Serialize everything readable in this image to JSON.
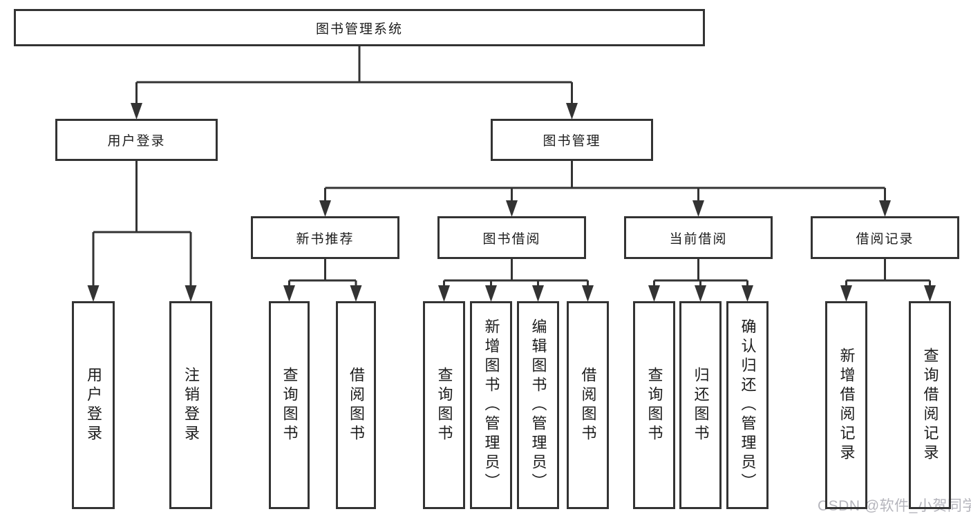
{
  "tree": {
    "root": {
      "label": "图书管理系统"
    },
    "branches": [
      {
        "label": "用户登录",
        "children": [
          {
            "label": "用户登录"
          },
          {
            "label": "注销登录"
          }
        ]
      },
      {
        "label": "图书管理",
        "children": [
          {
            "label": "新书推荐",
            "children": [
              {
                "label": "查询图书"
              },
              {
                "label": "借阅图书"
              }
            ]
          },
          {
            "label": "图书借阅",
            "children": [
              {
                "label": "查询图书"
              },
              {
                "label": "新增图书（管理员）"
              },
              {
                "label": "编辑图书（管理员）"
              },
              {
                "label": "借阅图书"
              }
            ]
          },
          {
            "label": "当前借阅",
            "children": [
              {
                "label": "查询图书"
              },
              {
                "label": "归还图书"
              },
              {
                "label": "确认归还（管理员）"
              }
            ]
          },
          {
            "label": "借阅记录",
            "children": [
              {
                "label": "新增借阅记录"
              },
              {
                "label": "查询借阅记录"
              }
            ]
          }
        ]
      }
    ]
  },
  "watermark": {
    "text": "CSDN @软件_小贺同学"
  },
  "colors": {
    "line": "#333333",
    "box_border": "#333333",
    "box_fill": "#ffffff",
    "text": "#1c1c1c",
    "watermark": "#b5b5bc"
  }
}
